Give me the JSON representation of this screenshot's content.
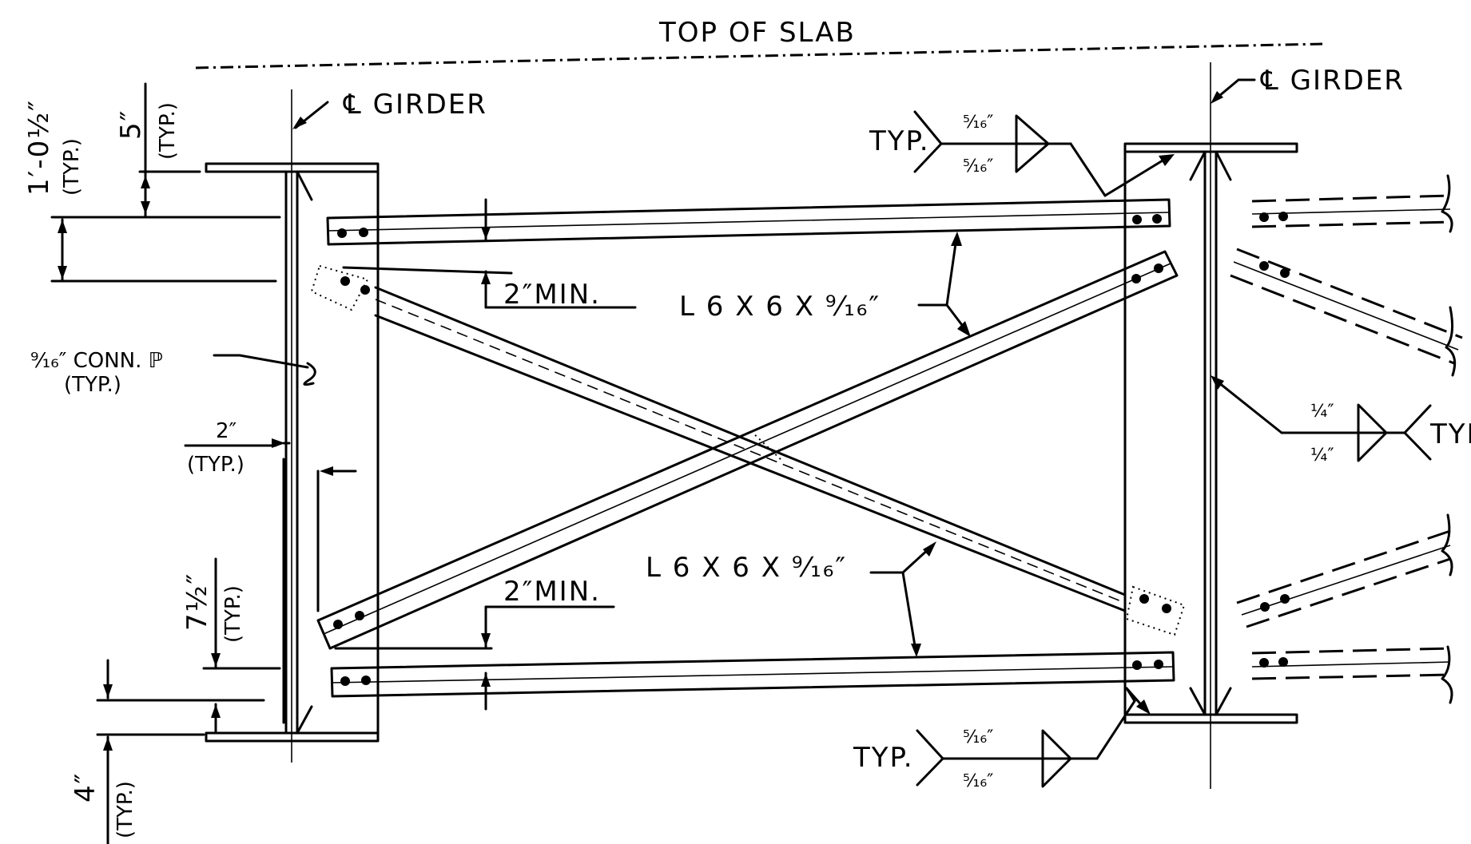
{
  "drawing": {
    "top_of_slab": "TOP OF SLAB",
    "girder_left": "℄ GIRDER",
    "girder_right": "℄ GIRDER",
    "dim_1_0_half": "1′-0½″",
    "dim_1_0_half_typ": "(TYP.)",
    "dim_5": "5″",
    "dim_5_typ": "(TYP.)",
    "conn_plate": "⁹⁄₁₆″ CONN. ℙ",
    "conn_plate_typ": "(TYP.)",
    "dim_2": "2″",
    "dim_2_typ": "(TYP.)",
    "dim_7_half": "7½″",
    "dim_7_half_typ": "(TYP.)",
    "dim_4": "4″",
    "dim_4_typ": "(TYP.)",
    "min_top": "2″MIN.",
    "min_bottom": "2″MIN.",
    "angle_top": "L 6 X 6 X ⁹⁄₁₆″",
    "angle_bottom": "L 6 X 6 X ⁹⁄₁₆″",
    "weld_top_typ": "TYP.",
    "weld_top_size_upper": "⁵⁄₁₆″",
    "weld_top_size_lower": "⁵⁄₁₆″",
    "weld_right_typ": "TYP",
    "weld_right_size_upper": "¼″",
    "weld_right_size_lower": "¼″",
    "weld_bottom_typ": "TYP.",
    "weld_bottom_size_upper": "⁵⁄₁₆″",
    "weld_bottom_size_lower": "⁵⁄₁₆″"
  }
}
